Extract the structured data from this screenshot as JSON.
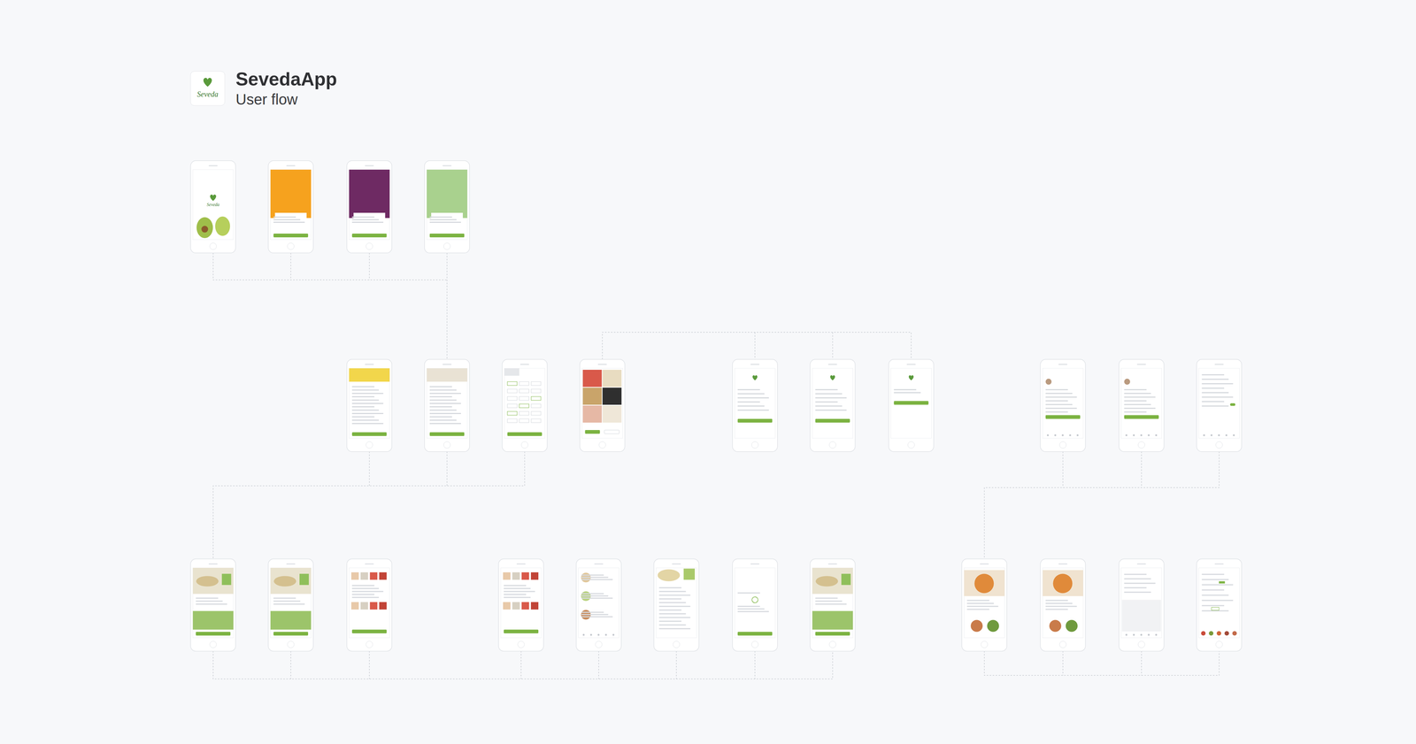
{
  "diagram": {
    "title": "SevedaApp",
    "labels": [
      "User flow",
      "Seveda",
      "Seveda"
    ]
  }
}
